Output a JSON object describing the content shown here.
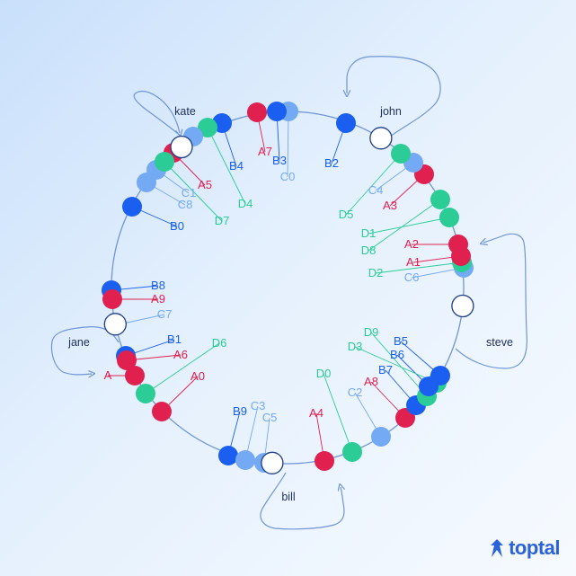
{
  "colors": {
    "blue": "#1a5ff0",
    "red": "#e0214f",
    "green": "#2bcc96",
    "light": "#74a9f4",
    "ring": "#6f95d6",
    "server_text": "#1f2f5a"
  },
  "servers": [
    {
      "name": "kate"
    },
    {
      "name": "john"
    },
    {
      "name": "steve"
    },
    {
      "name": "bill"
    },
    {
      "name": "jane"
    }
  ],
  "keys": [
    {
      "label": "A",
      "color": "red"
    },
    {
      "label": "A0",
      "color": "red"
    },
    {
      "label": "A1",
      "color": "red"
    },
    {
      "label": "A2",
      "color": "red"
    },
    {
      "label": "A3",
      "color": "red"
    },
    {
      "label": "A4",
      "color": "red"
    },
    {
      "label": "A5",
      "color": "red"
    },
    {
      "label": "A6",
      "color": "red"
    },
    {
      "label": "A7",
      "color": "red"
    },
    {
      "label": "A8",
      "color": "red"
    },
    {
      "label": "A9",
      "color": "red"
    },
    {
      "label": "B0",
      "color": "blue"
    },
    {
      "label": "B1",
      "color": "blue"
    },
    {
      "label": "B2",
      "color": "blue"
    },
    {
      "label": "B3",
      "color": "blue"
    },
    {
      "label": "B4",
      "color": "blue"
    },
    {
      "label": "B5",
      "color": "blue"
    },
    {
      "label": "B6",
      "color": "blue"
    },
    {
      "label": "B7",
      "color": "blue"
    },
    {
      "label": "B8",
      "color": "blue"
    },
    {
      "label": "B9",
      "color": "blue"
    },
    {
      "label": "C0",
      "color": "light"
    },
    {
      "label": "C1",
      "color": "light"
    },
    {
      "label": "C2",
      "color": "light"
    },
    {
      "label": "C3",
      "color": "light"
    },
    {
      "label": "C4",
      "color": "light"
    },
    {
      "label": "C5",
      "color": "light"
    },
    {
      "label": "C6",
      "color": "light"
    },
    {
      "label": "C7",
      "color": "light"
    },
    {
      "label": "C8",
      "color": "light"
    },
    {
      "label": "D0",
      "color": "green"
    },
    {
      "label": "D1",
      "color": "green"
    },
    {
      "label": "D2",
      "color": "green"
    },
    {
      "label": "D3",
      "color": "green"
    },
    {
      "label": "D4",
      "color": "green"
    },
    {
      "label": "D5",
      "color": "green"
    },
    {
      "label": "D6",
      "color": "green"
    },
    {
      "label": "D7",
      "color": "green"
    },
    {
      "label": "D8",
      "color": "green"
    },
    {
      "label": "D9",
      "color": "green"
    }
  ],
  "brand": {
    "name": "toptal",
    "logo_icon": "toptal-logo-icon"
  }
}
